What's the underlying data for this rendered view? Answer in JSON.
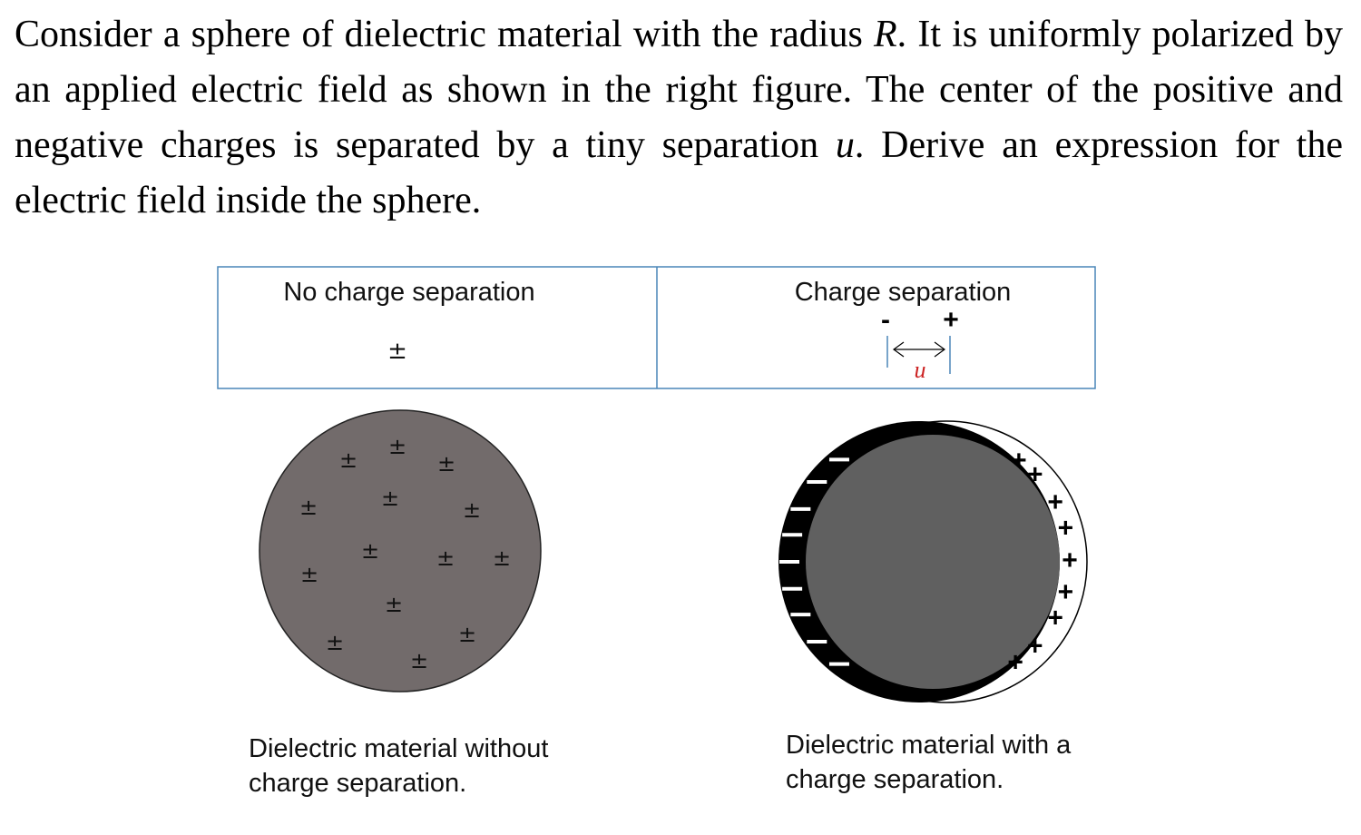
{
  "problem": {
    "part1": "Consider a sphere of dielectric material with the radius",
    "var_R": "R",
    "part2": ". It is uniformly polarized by an applied electric field as shown in the right figure. The center of the positive and negative charges is separated by a tiny separation",
    "var_u": "u",
    "part3": ". Derive an expression for the electric field inside the sphere."
  },
  "figure": {
    "left_header": "No charge separation",
    "right_header": "Charge separation",
    "neutral_symbol": "±",
    "minus_symbol": "-",
    "plus_symbol": "+",
    "separation_label": "u",
    "left_caption_line1": "Dielectric material without",
    "left_caption_line2": "charge separation.",
    "right_caption_line1": "Dielectric material with a",
    "right_caption_line2": "charge separation.",
    "colors": {
      "sphere_neutral": "#726b6b",
      "sphere_shifted": "#606060",
      "negative_crescent": "#000000",
      "table_border": "#4a86b8",
      "separation_label": "#cc2222"
    }
  }
}
